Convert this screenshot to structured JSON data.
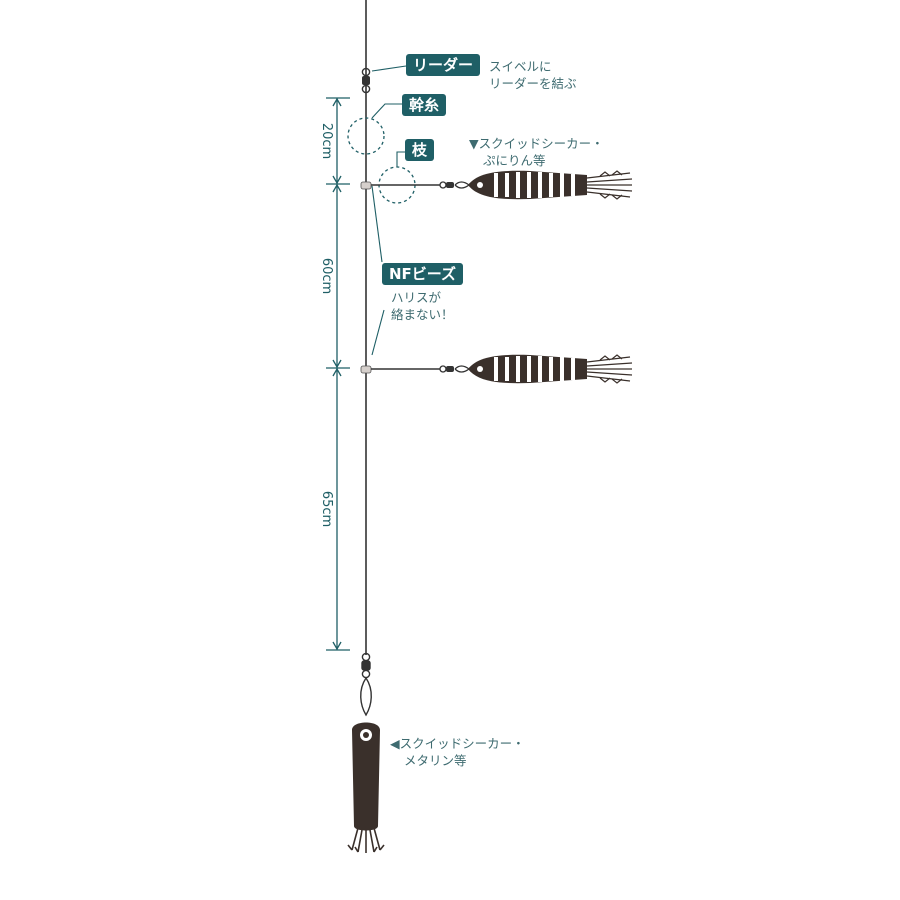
{
  "colors": {
    "teal": "#1f5f66",
    "note_text": "#3e6b70",
    "line": "#333333",
    "lure_dark": "#3a302b"
  },
  "labels": {
    "leader": "リーダー",
    "leader_note_1": "スイベルに",
    "leader_note_2": "リーダーを結ぶ",
    "main_line": "幹糸",
    "branch": "枝",
    "branch_lure_1": "▼スクイッドシーカー・",
    "branch_lure_2": "ぷにりん等",
    "beads": "NFビーズ",
    "beads_note_1": "ハリスが",
    "beads_note_2": "絡まない！",
    "bottom_lure_1": "◀スクイッドシーカー・",
    "bottom_lure_2": "メタリン等"
  },
  "dimensions": {
    "d1": "20cm",
    "d2": "60cm",
    "d3": "65cm"
  },
  "icons": [
    "swivel-icon",
    "snap-swivel-icon",
    "squid-jig-icon",
    "sinker-jig-icon",
    "callout-circle-icon"
  ]
}
